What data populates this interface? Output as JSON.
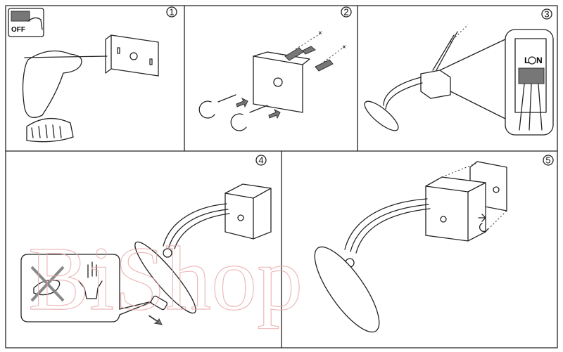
{
  "steps": [
    {
      "number": "1",
      "switch_label": "OFF"
    },
    {
      "number": "2"
    },
    {
      "number": "3",
      "terminal_labels": [
        "L",
        "N"
      ]
    },
    {
      "number": "4"
    },
    {
      "number": "5"
    }
  ],
  "watermark": "BiShop"
}
